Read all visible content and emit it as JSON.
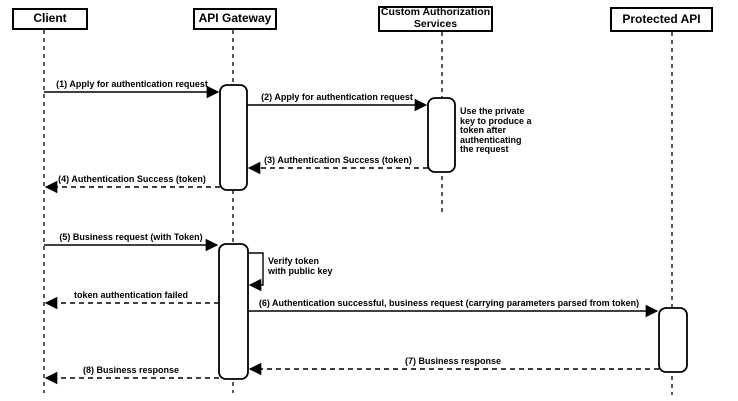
{
  "colors": {
    "stroke": "#000000",
    "background": "#ffffff"
  },
  "participants": [
    {
      "id": "client",
      "label": "Client"
    },
    {
      "id": "api-gateway",
      "label": "API Gateway"
    },
    {
      "id": "custom-authorization-services",
      "label": "Custom Authorization\nServices"
    },
    {
      "id": "protected-api",
      "label": "Protected API"
    }
  ],
  "messages": [
    {
      "label": "(1) Apply for authentication request",
      "from": "Client",
      "to": "API Gateway",
      "style": "solid"
    },
    {
      "label": "(2) Apply for authentication request",
      "from": "API Gateway",
      "to": "Custom Authorization Services",
      "style": "solid"
    },
    {
      "label": "(3) Authentication Success (token)",
      "from": "Custom Authorization Services",
      "to": "API Gateway",
      "style": "dashed"
    },
    {
      "label": "(4) Authentication Success (token)",
      "from": "API Gateway",
      "to": "Client",
      "style": "dashed"
    },
    {
      "label": "(5) Business request (with Token)",
      "from": "Client",
      "to": "API Gateway",
      "style": "solid"
    },
    {
      "label": "Verify token\nwith public key",
      "from": "API Gateway",
      "to": "API Gateway",
      "style": "self"
    },
    {
      "label": "token authentication failed",
      "from": "API Gateway",
      "to": "Client",
      "style": "dashed"
    },
    {
      "label": "(6) Authentication successful, business request (carrying parameters parsed from token)",
      "from": "API Gateway",
      "to": "Protected API",
      "style": "solid"
    },
    {
      "label": "(7) Business response",
      "from": "Protected API",
      "to": "API Gateway",
      "style": "dashed"
    },
    {
      "label": "(8) Business response",
      "from": "API Gateway",
      "to": "Client",
      "style": "dashed"
    }
  ],
  "notes": [
    {
      "label": "Use the private\nkey to produce a\ntoken after\nauthenticating\nthe request",
      "attached_to": "Custom Authorization Services"
    }
  ]
}
